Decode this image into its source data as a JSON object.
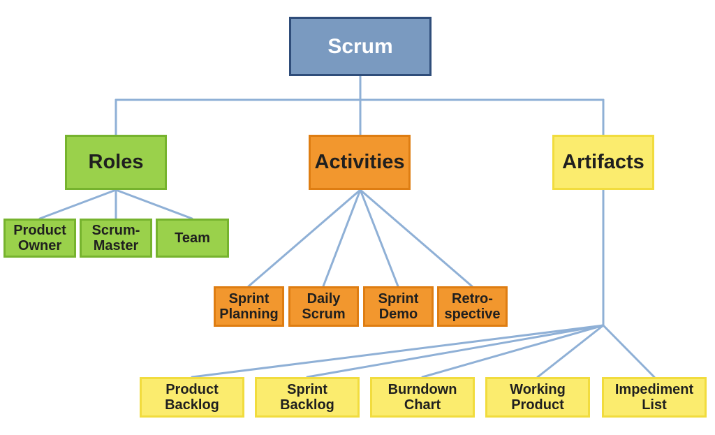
{
  "root": {
    "label": "Scrum"
  },
  "categories": [
    {
      "label": "Roles"
    },
    {
      "label": "Activities"
    },
    {
      "label": "Artifacts"
    }
  ],
  "roles": [
    {
      "label": "Product\nOwner"
    },
    {
      "label": "Scrum-\nMaster"
    },
    {
      "label": "Team"
    }
  ],
  "activities": [
    {
      "label": "Sprint\nPlanning"
    },
    {
      "label": "Daily\nScrum"
    },
    {
      "label": "Sprint\nDemo"
    },
    {
      "label": "Retro-\nspective"
    }
  ],
  "artifacts": [
    {
      "label": "Product\nBacklog"
    },
    {
      "label": "Sprint\nBacklog"
    },
    {
      "label": "Burndown\nChart"
    },
    {
      "label": "Working\nProduct"
    },
    {
      "label": "Impediment\nList"
    }
  ],
  "colors": {
    "connector": "#8fb0d6",
    "root_fill": "#7a9ac0",
    "roles_fill": "#9ad14b",
    "activities_fill": "#f2972e",
    "artifacts_fill": "#fbec6e"
  }
}
